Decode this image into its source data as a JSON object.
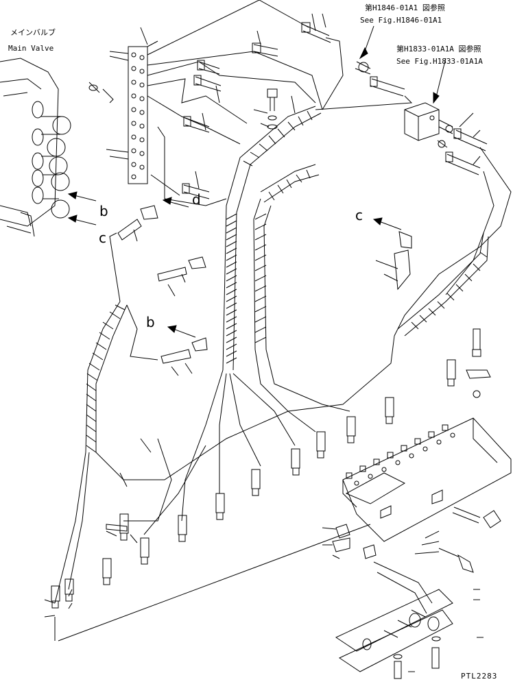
{
  "labels": {
    "main_valve_jp": "メインバルブ",
    "main_valve_en": "Main Valve",
    "ref1_jp": "第H1846-01A1 図参照",
    "ref1_en": "See Fig.H1846-01A1",
    "ref2_jp": "第H1833-01A1A 図参照",
    "ref2_en": "See Fig.H1833-01A1A",
    "letter_b1": "b",
    "letter_c1": "c",
    "letter_d": "d",
    "letter_c2": "c",
    "letter_b2": "b",
    "figure_code": "PTL2283"
  },
  "colors": {
    "ink": "#000000",
    "paper": "#ffffff"
  }
}
